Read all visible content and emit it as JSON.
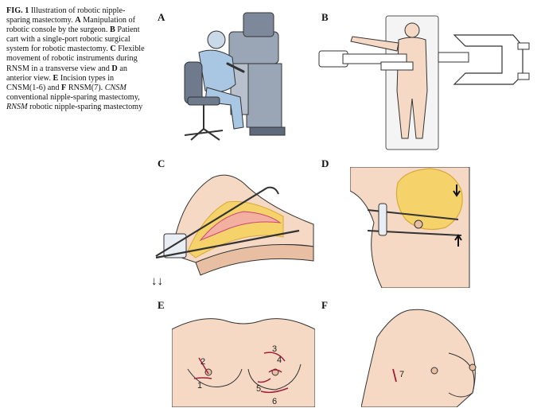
{
  "caption": {
    "fig": "FIG. 1",
    "intro": "Illustration of robotic nipple-sparing mastectomy.",
    "a_label": "A",
    "a_text": "Manipulation of robotic console by the surgeon.",
    "b_label": "B",
    "b_text": "Patient cart with a single-port robotic surgical system for robotic mastectomy.",
    "c_label": "C",
    "c_text": "Flexible movement of robotic instruments during RNSM in a transverse view and",
    "d_label": "D",
    "d_text": "an anterior view.",
    "e_label": "E",
    "e_text": "Incision types in CNSM(1-6) and",
    "f_label": "F",
    "f_text": "RNSM(7).",
    "cnsm_abbr": "CNSM",
    "cnsm_def": "conventional nipple-sparing mastectomy,",
    "rnsm_abbr": "RNSM",
    "rnsm_def": "robotic nipple-sparing mastectomy"
  },
  "panels": {
    "a": "A",
    "b": "B",
    "c": "C",
    "d": "D",
    "e": "E",
    "f": "F"
  },
  "incisions": {
    "n1": "1",
    "n2": "2",
    "n3": "3",
    "n4": "4",
    "n5": "5",
    "n6": "6",
    "n7": "7"
  },
  "arrows": {
    "down_pair": "↓↓"
  },
  "colors": {
    "skin": "#f5d9c4",
    "skin_dark": "#e8bfa3",
    "fat": "#f6d36a",
    "fat_dark": "#d9a93b",
    "console": "#9aa5b5",
    "console_dark": "#5f6b7c",
    "scrubs": "#a9c6e3",
    "incision": "#a0223a",
    "line": "#333333"
  }
}
